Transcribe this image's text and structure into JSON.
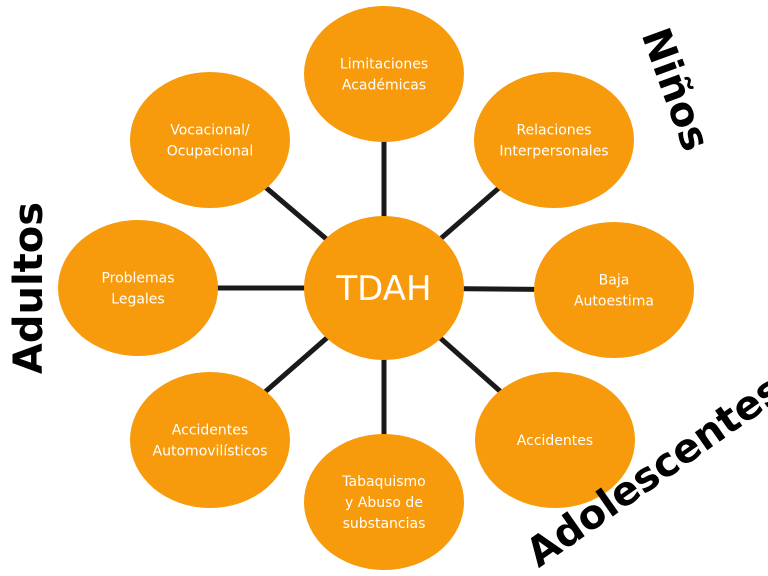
{
  "center": {
    "label": "TDAH"
  },
  "nodes": [
    {
      "id": "limitaciones-academicas",
      "lines": [
        "Limitaciones",
        "Académicas"
      ]
    },
    {
      "id": "relaciones-interpersonales",
      "lines": [
        "Relaciones",
        "Interpersonales"
      ]
    },
    {
      "id": "baja-autoestima",
      "lines": [
        "Baja",
        "Autoestima"
      ]
    },
    {
      "id": "accidentes",
      "lines": [
        "Accidentes"
      ]
    },
    {
      "id": "tabaquismo",
      "lines": [
        "Tabaquismo",
        "y Abuso de",
        "substancias"
      ]
    },
    {
      "id": "accidentes-automovilisticos",
      "lines": [
        "Accidentes",
        "Automovilísticos"
      ]
    },
    {
      "id": "problemas-legales",
      "lines": [
        "Problemas",
        "Legales"
      ]
    },
    {
      "id": "vocacional-ocupacional",
      "lines": [
        "Vocacional/",
        "Ocupacional"
      ]
    }
  ],
  "groups": {
    "ninos": "Niños",
    "adolescentes": "Adolescentes",
    "adultos": "Adultos"
  },
  "colors": {
    "node_fill": "#F79A0C",
    "connector": "#1a1a1a",
    "text": "#ffffff",
    "label": "#000000"
  }
}
